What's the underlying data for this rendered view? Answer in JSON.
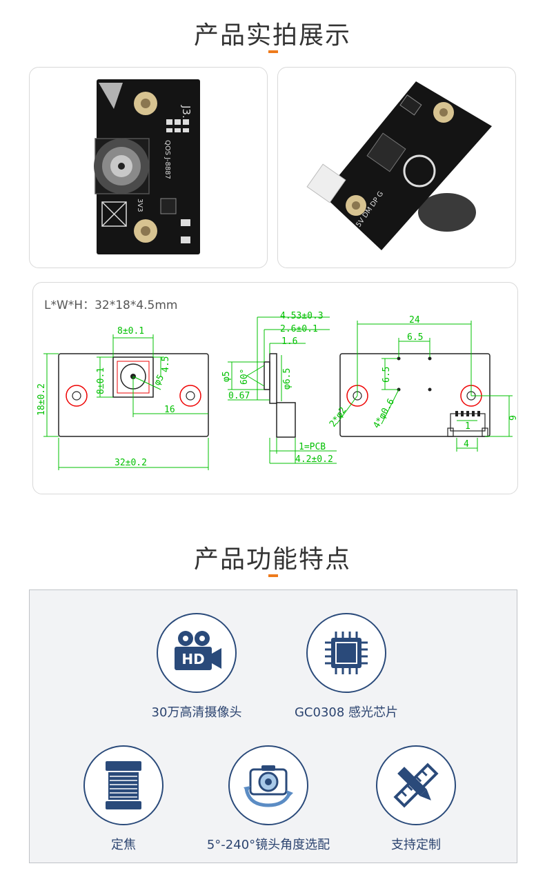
{
  "sections": {
    "photos_title": "产品实拍展示",
    "features_title": "产品功能特点"
  },
  "colors": {
    "accent": "#ee7b1c",
    "icon_blue": "#2a4a7a",
    "dim_green": "#00c000",
    "pcb_black": "#141414"
  },
  "photo_front": {
    "silk_j3": "J3.",
    "silk_part": "QOS J-8887",
    "silk_3v3": "3V3"
  },
  "photo_back": {
    "silk_pins": "5V DM DP G"
  },
  "dimensions": {
    "size_text": "L*W*H：32*18*4.5mm",
    "front": {
      "top_width": "8±0.1",
      "left_height": "8±0.1",
      "right_h": "4.5",
      "lens_dia": "φ5",
      "offset": "16",
      "board_height": "18±0.2",
      "board_width": "32±0.2"
    },
    "side": {
      "d1": "4.53±0.3",
      "d2": "2.6±0.1",
      "d3": "1.6",
      "lens_d": "φ5",
      "angle": "60°",
      "lens_d2": "φ6.5",
      "d4": "0.67",
      "pcb": "1=PCB",
      "total": "4.2±0.2"
    },
    "back": {
      "width": "24",
      "spacing": "6.5",
      "spacing_v": "6.5",
      "holes": "2*φ2",
      "pads": "4*φ0.6",
      "height": "9",
      "pitch": "1",
      "conn": "4"
    }
  },
  "features": [
    {
      "label": "30万高清摄像头",
      "icon": "hd-camera-icon"
    },
    {
      "label": "GC0308 感光芯片",
      "icon": "chip-icon"
    },
    {
      "label": "定焦",
      "icon": "fixed-focus-icon"
    },
    {
      "label": "5°-240°镜头角度选配",
      "icon": "camera-rotate-icon"
    },
    {
      "label": "支持定制",
      "icon": "pencil-ruler-icon"
    }
  ]
}
